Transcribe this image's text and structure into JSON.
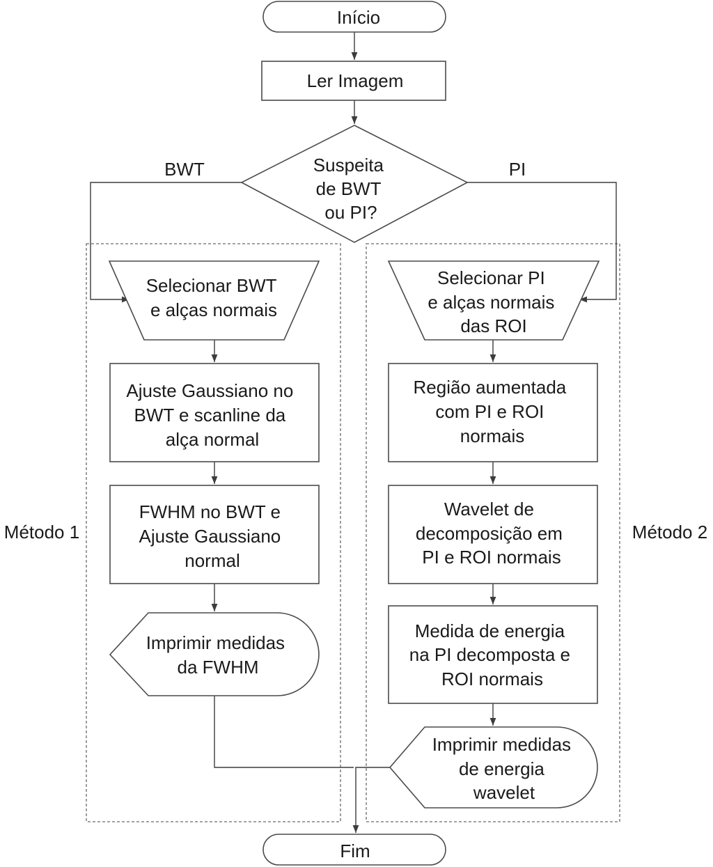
{
  "flowchart": {
    "start": "Início",
    "read_image": "Ler Imagem",
    "decision": [
      "Suspeita",
      "de BWT",
      "ou PI?"
    ],
    "branch_left": "BWT",
    "branch_right": "PI",
    "method_left": "Método 1",
    "method_right": "Método 2",
    "left": {
      "select": [
        "Selecionar BWT",
        "e alças normais"
      ],
      "gaussian_fit": [
        "Ajuste Gaussiano no",
        "BWT e scanline da",
        "alça normal"
      ],
      "fwhm": [
        "FWHM no BWT e",
        "Ajuste Gaussiano",
        "normal"
      ],
      "print": [
        "Imprimir medidas",
        "da FWHM"
      ]
    },
    "right": {
      "select": [
        "Selecionar PI",
        "e alças normais",
        "das ROI"
      ],
      "region": [
        "Região aumentada",
        "com PI e ROI",
        "normais"
      ],
      "wavelet": [
        "Wavelet de",
        "decomposição em",
        "PI e ROI normais"
      ],
      "energy": [
        "Medida de energia",
        "na PI decomposta e",
        "ROI normais"
      ],
      "print": [
        "Imprimir medidas",
        "de energia",
        "wavelet"
      ]
    },
    "end": "Fim"
  }
}
